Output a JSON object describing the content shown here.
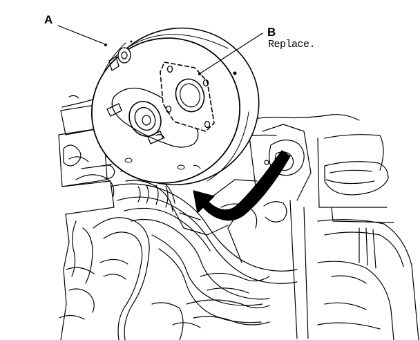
{
  "callouts": {
    "a": {
      "letter": "A"
    },
    "b": {
      "letter": "B",
      "note": "Replace."
    }
  },
  "colors": {
    "ink": "#000000",
    "paper": "#ffffff"
  },
  "icons": {
    "direction_arrow": "curved-arrow-icon"
  }
}
